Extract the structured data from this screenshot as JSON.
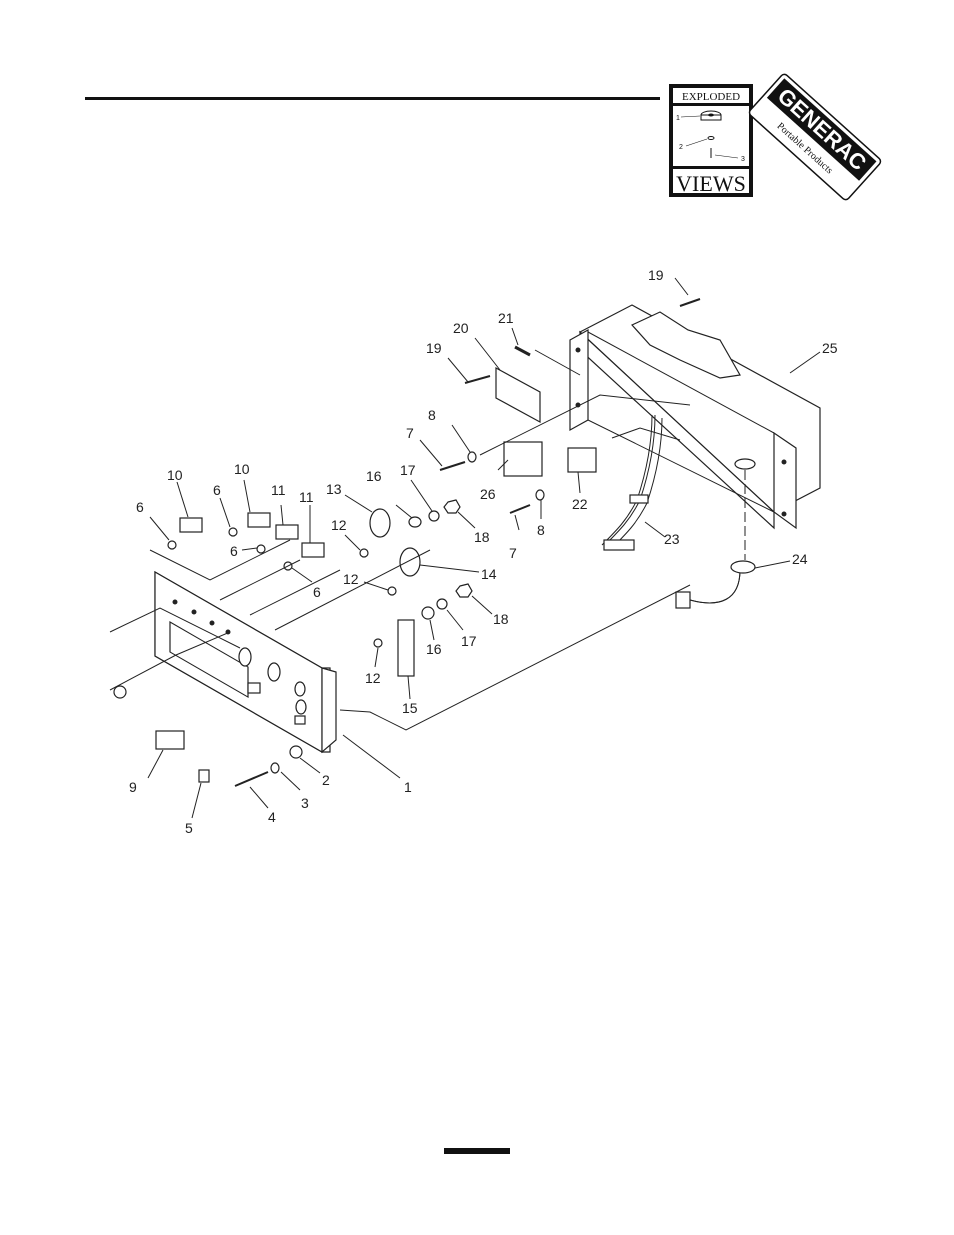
{
  "badge": {
    "line1": "EXPLODED",
    "line2": "VIEWS",
    "callouts": [
      "1",
      "2",
      "3"
    ]
  },
  "brand": {
    "name": "GENERAC",
    "tagline": "Portable Products"
  },
  "diagram": {
    "labels": [
      {
        "id": "l-19a",
        "text": "19"
      },
      {
        "id": "l-21",
        "text": "21"
      },
      {
        "id": "l-20",
        "text": "20"
      },
      {
        "id": "l-25",
        "text": "25"
      },
      {
        "id": "l-19b",
        "text": "19"
      },
      {
        "id": "l-8a",
        "text": "8"
      },
      {
        "id": "l-7a",
        "text": "7"
      },
      {
        "id": "l-10a",
        "text": "10"
      },
      {
        "id": "l-10b",
        "text": "10"
      },
      {
        "id": "l-6a",
        "text": "6"
      },
      {
        "id": "l-6b",
        "text": "6"
      },
      {
        "id": "l-11a",
        "text": "11"
      },
      {
        "id": "l-11b",
        "text": "11"
      },
      {
        "id": "l-13",
        "text": "13"
      },
      {
        "id": "l-16a",
        "text": "16"
      },
      {
        "id": "l-17a",
        "text": "17"
      },
      {
        "id": "l-26",
        "text": "26"
      },
      {
        "id": "l-22",
        "text": "22"
      },
      {
        "id": "l-18a",
        "text": "18"
      },
      {
        "id": "l-7b",
        "text": "7"
      },
      {
        "id": "l-8b",
        "text": "8"
      },
      {
        "id": "l-23",
        "text": "23"
      },
      {
        "id": "l-12a",
        "text": "12"
      },
      {
        "id": "l-6c",
        "text": "6"
      },
      {
        "id": "l-6d",
        "text": "6"
      },
      {
        "id": "l-14",
        "text": "14"
      },
      {
        "id": "l-24",
        "text": "24"
      },
      {
        "id": "l-12b",
        "text": "12"
      },
      {
        "id": "l-18b",
        "text": "18"
      },
      {
        "id": "l-17b",
        "text": "17"
      },
      {
        "id": "l-16b",
        "text": "16"
      },
      {
        "id": "l-12c",
        "text": "12"
      },
      {
        "id": "l-15",
        "text": "15"
      },
      {
        "id": "l-1",
        "text": "1"
      },
      {
        "id": "l-2",
        "text": "2"
      },
      {
        "id": "l-9",
        "text": "9"
      },
      {
        "id": "l-3",
        "text": "3"
      },
      {
        "id": "l-4",
        "text": "4"
      },
      {
        "id": "l-5",
        "text": "5"
      }
    ]
  }
}
